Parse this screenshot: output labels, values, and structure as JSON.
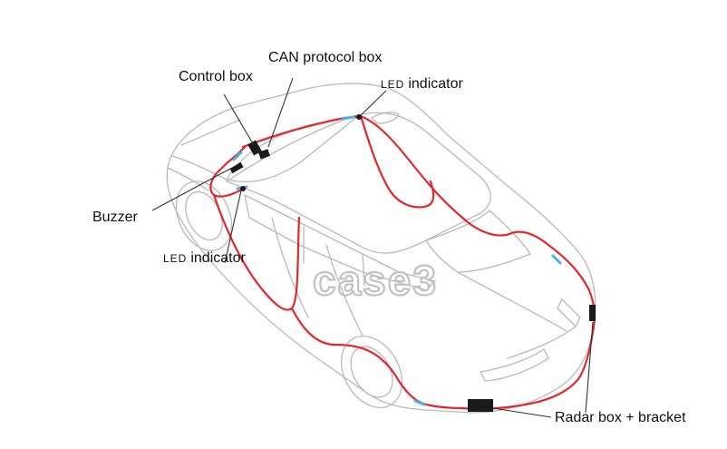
{
  "colors": {
    "wire": "#e0282d",
    "outline": "#b9b9b9",
    "callout": "#333333",
    "watermark": "#c2c2c2",
    "device": "#1a1a1a",
    "led_tape": "#4fb3e8"
  },
  "labels": {
    "can_box": "CAN protocol box",
    "control_box": "Control box",
    "led_top_prefix": "LED",
    "led_top_text": "indicator",
    "buzzer": "Buzzer",
    "led_side_prefix": "LED",
    "led_side_text": "indicator",
    "radar": "Radar box + bracket"
  },
  "watermark": {
    "text": "case3"
  },
  "icons": [
    "car-outline-illustration",
    "wire-harness",
    "control-box-icon",
    "can-box-icon",
    "buzzer-icon",
    "led-indicator-icon",
    "radar-box-icon"
  ]
}
